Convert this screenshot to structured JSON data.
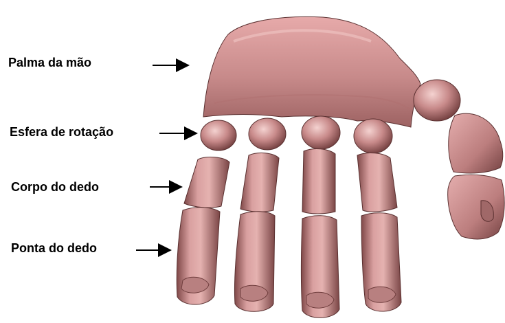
{
  "labels": {
    "palm": "Palma da mão",
    "sphere": "Esfera de rotação",
    "finger_body": "Corpo do dedo",
    "finger_tip": "Ponta do dedo"
  },
  "colors": {
    "skin": "#c98c8c",
    "skin_highlight": "#f3d1cf",
    "skin_shadow": "#6e3c3c",
    "outline": "#3d2222",
    "arrow": "#000000"
  }
}
